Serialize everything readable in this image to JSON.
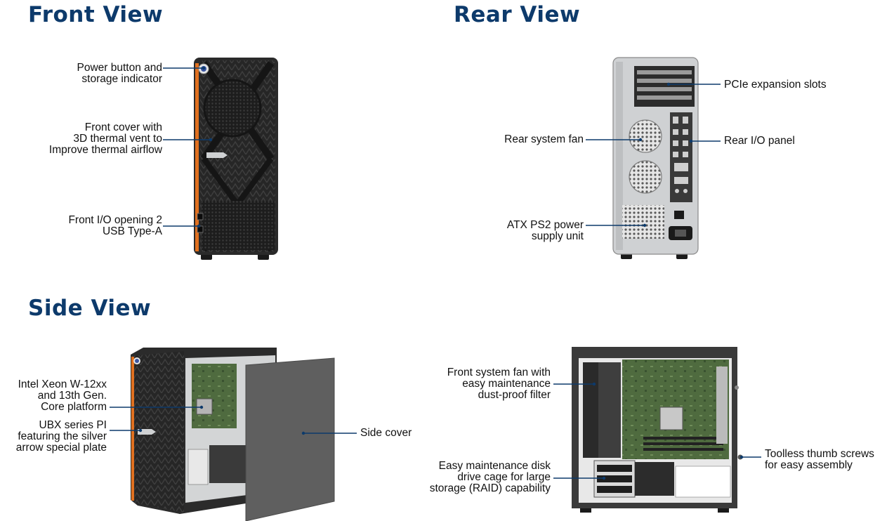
{
  "colors": {
    "heading": "#0d3a6b",
    "callout": "#0d3a6b",
    "accent": "#e0701f",
    "chassis": "#2a2a2a",
    "silver": "#cfd1d3"
  },
  "sections": {
    "front": {
      "title": "Front View"
    },
    "rear": {
      "title": "Rear View"
    },
    "side": {
      "title": "Side View"
    }
  },
  "callouts": {
    "power_button": "Power button and\nstorage indicator",
    "front_cover": "Front cover with\n3D thermal vent to\nImprove thermal airflow",
    "front_io": "Front I/O opening 2\nUSB Type-A",
    "pcie_slots": "PCIe expansion slots",
    "rear_fan": "Rear system fan",
    "rear_io": "Rear I/O panel",
    "psu": "ATX PS2 power\nsupply unit",
    "cpu_platform": "Intel Xeon W-12xx\nand 13th Gen.\nCore platform",
    "ubx_plate": "UBX series PI\nfeaturing the silver\narrow special plate",
    "side_cover": "Side cover",
    "front_fan": "Front system fan with\neasy maintenance\ndust-proof filter",
    "drive_cage": "Easy maintenance disk\ndrive cage for large\nstorage (RAID) capability",
    "thumb_screws": "Toolless thumb screws\nfor easy assembly"
  }
}
